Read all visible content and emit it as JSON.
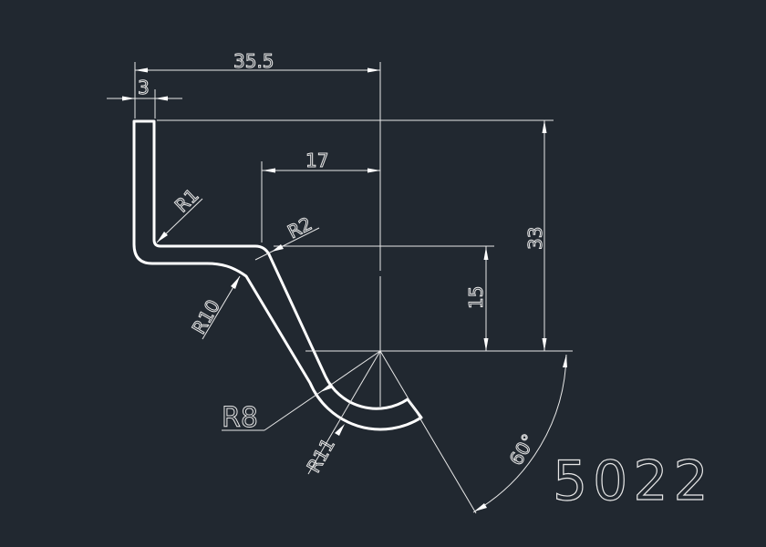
{
  "drawing": {
    "part_number": "5022",
    "dimensions": {
      "overall_width": "35.5",
      "thickness": "3",
      "offset_width": "17",
      "overall_height": "33",
      "step_height": "15",
      "angle": "60°"
    },
    "radii": {
      "r1": "R1",
      "r2": "R2",
      "r10": "R10",
      "r8": "R8",
      "r11": "R11"
    },
    "colors": {
      "background": "#212830",
      "lines": "#ffffff"
    }
  }
}
